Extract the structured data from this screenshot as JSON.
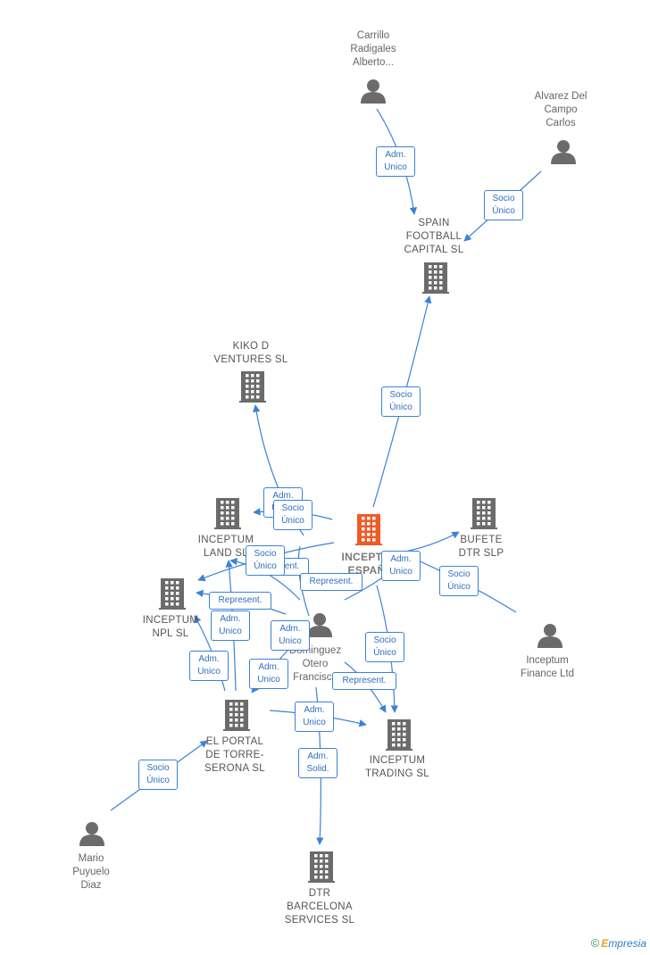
{
  "colors": {
    "edge": "#3b82d6",
    "company": "#6b6b6b",
    "main_company": "#f05a28",
    "person": "#6b6b6b"
  },
  "nodes": {
    "carrillo": {
      "label": "Carrillo\nRadigales\nAlberto...",
      "icon": "person-icon"
    },
    "alvarez": {
      "label": "Alvarez Del\nCampo\nCarlos",
      "icon": "person-icon"
    },
    "spain_football": {
      "label": "SPAIN\nFOOTBALL\nCAPITAL  SL",
      "icon": "building-icon"
    },
    "kiko": {
      "label": "KIKO D\nVENTURES  SL",
      "icon": "building-icon"
    },
    "inceptum_land": {
      "label": "INCEPTUM\nLAND  SL",
      "icon": "building-icon"
    },
    "inceptum_espana": {
      "label": "INCEPTUM\nESPAÑA",
      "icon": "building-icon"
    },
    "bufete": {
      "label": "BUFETE\nDTR  SLP",
      "icon": "building-icon"
    },
    "inceptum_npl": {
      "label": "INCEPTUM\nNPL  SL",
      "icon": "building-icon"
    },
    "dominguez": {
      "label": "Dominguez\nOtero\nFrancisco",
      "icon": "person-icon"
    },
    "inceptum_finance": {
      "label": "Inceptum\nFinance Ltd",
      "icon": "person-icon"
    },
    "el_portal": {
      "label": "EL PORTAL\nDE TORRE-\nSERONA SL",
      "icon": "building-icon"
    },
    "inceptum_trading": {
      "label": "INCEPTUM\nTRADING  SL",
      "icon": "building-icon"
    },
    "mario": {
      "label": "Mario\nPuyuelo\nDiaz",
      "icon": "person-icon"
    },
    "dtr_barcelona": {
      "label": "DTR\nBARCELONA\nSERVICES  SL",
      "icon": "building-icon"
    }
  },
  "relations": {
    "r1": "Adm.\nUnico",
    "r2": "Socio\nÚnico",
    "r3": "Socio\nÚnico",
    "r4": "Adm.\nUnico",
    "r5": "Socio\nÚnico",
    "r6": "Represent.",
    "r7": "Adm.\nUnico",
    "r8": "Socio\nÚnico",
    "r9": "Socio\nÚnico",
    "r10": "Represent.",
    "r11": "Represent.",
    "r12": "Adm.\nUnico",
    "r13": "Adm.\nUnico",
    "r14": "Adm.\nUnico",
    "r15": "Socio\nÚnico",
    "r16": "Adm.\nUnico",
    "r17": "Represent.",
    "r18": "Adm.\nUnico",
    "r19": "Adm.\nSolid.",
    "r20": "Socio\nÚnico"
  },
  "footer": {
    "copyright": "©",
    "brand_first": "E",
    "brand_rest": "mpresia"
  }
}
